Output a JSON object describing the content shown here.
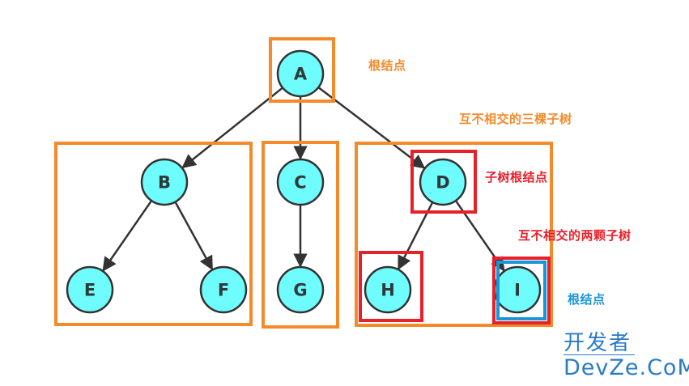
{
  "diagram": {
    "title": "Tree structure: root node and disjoint subtrees",
    "nodes": [
      {
        "id": "A",
        "label": "A"
      },
      {
        "id": "B",
        "label": "B"
      },
      {
        "id": "C",
        "label": "C"
      },
      {
        "id": "D",
        "label": "D"
      },
      {
        "id": "E",
        "label": "E"
      },
      {
        "id": "F",
        "label": "F"
      },
      {
        "id": "G",
        "label": "G"
      },
      {
        "id": "H",
        "label": "H"
      },
      {
        "id": "I",
        "label": "I"
      }
    ],
    "edges": [
      {
        "from": "A",
        "to": "B"
      },
      {
        "from": "A",
        "to": "C"
      },
      {
        "from": "A",
        "to": "D"
      },
      {
        "from": "B",
        "to": "E"
      },
      {
        "from": "B",
        "to": "F"
      },
      {
        "from": "C",
        "to": "G"
      },
      {
        "from": "D",
        "to": "H"
      },
      {
        "from": "D",
        "to": "I"
      }
    ],
    "highlights": [
      {
        "name": "root-box-A",
        "encloses": [
          "A"
        ],
        "color": "#f58a2b"
      },
      {
        "name": "subtree-box-B",
        "encloses": [
          "B",
          "E",
          "F"
        ],
        "color": "#f58a2b"
      },
      {
        "name": "subtree-box-C",
        "encloses": [
          "C",
          "G"
        ],
        "color": "#f58a2b"
      },
      {
        "name": "subtree-box-D",
        "encloses": [
          "D",
          "H",
          "I"
        ],
        "color": "#f58a2b"
      },
      {
        "name": "subtree-root-box-D",
        "encloses": [
          "D"
        ],
        "color": "#e8202a"
      },
      {
        "name": "subtree-box-H",
        "encloses": [
          "H"
        ],
        "color": "#e8202a"
      },
      {
        "name": "subtree-box-I",
        "encloses": [
          "I"
        ],
        "color": "#e8202a"
      },
      {
        "name": "root-box-I",
        "encloses": [
          "I"
        ],
        "color": "#1a96d6"
      }
    ],
    "colors": {
      "node_fill": "#6ffcfc",
      "node_stroke": "#333333",
      "edge": "#333333",
      "orange": "#f58a2b",
      "red": "#e8202a",
      "blue": "#1a96d6"
    }
  },
  "annotations": {
    "root_node": "根结点",
    "three_disjoint_subtrees": "互不相交的三棵子树",
    "subtree_root_node": "子树根结点",
    "two_disjoint_subtrees": "互不相交的两颗子树",
    "leaf_root_node": "根结点"
  },
  "watermark": {
    "top": "开发者",
    "bottom": "DevZe.CoM"
  }
}
